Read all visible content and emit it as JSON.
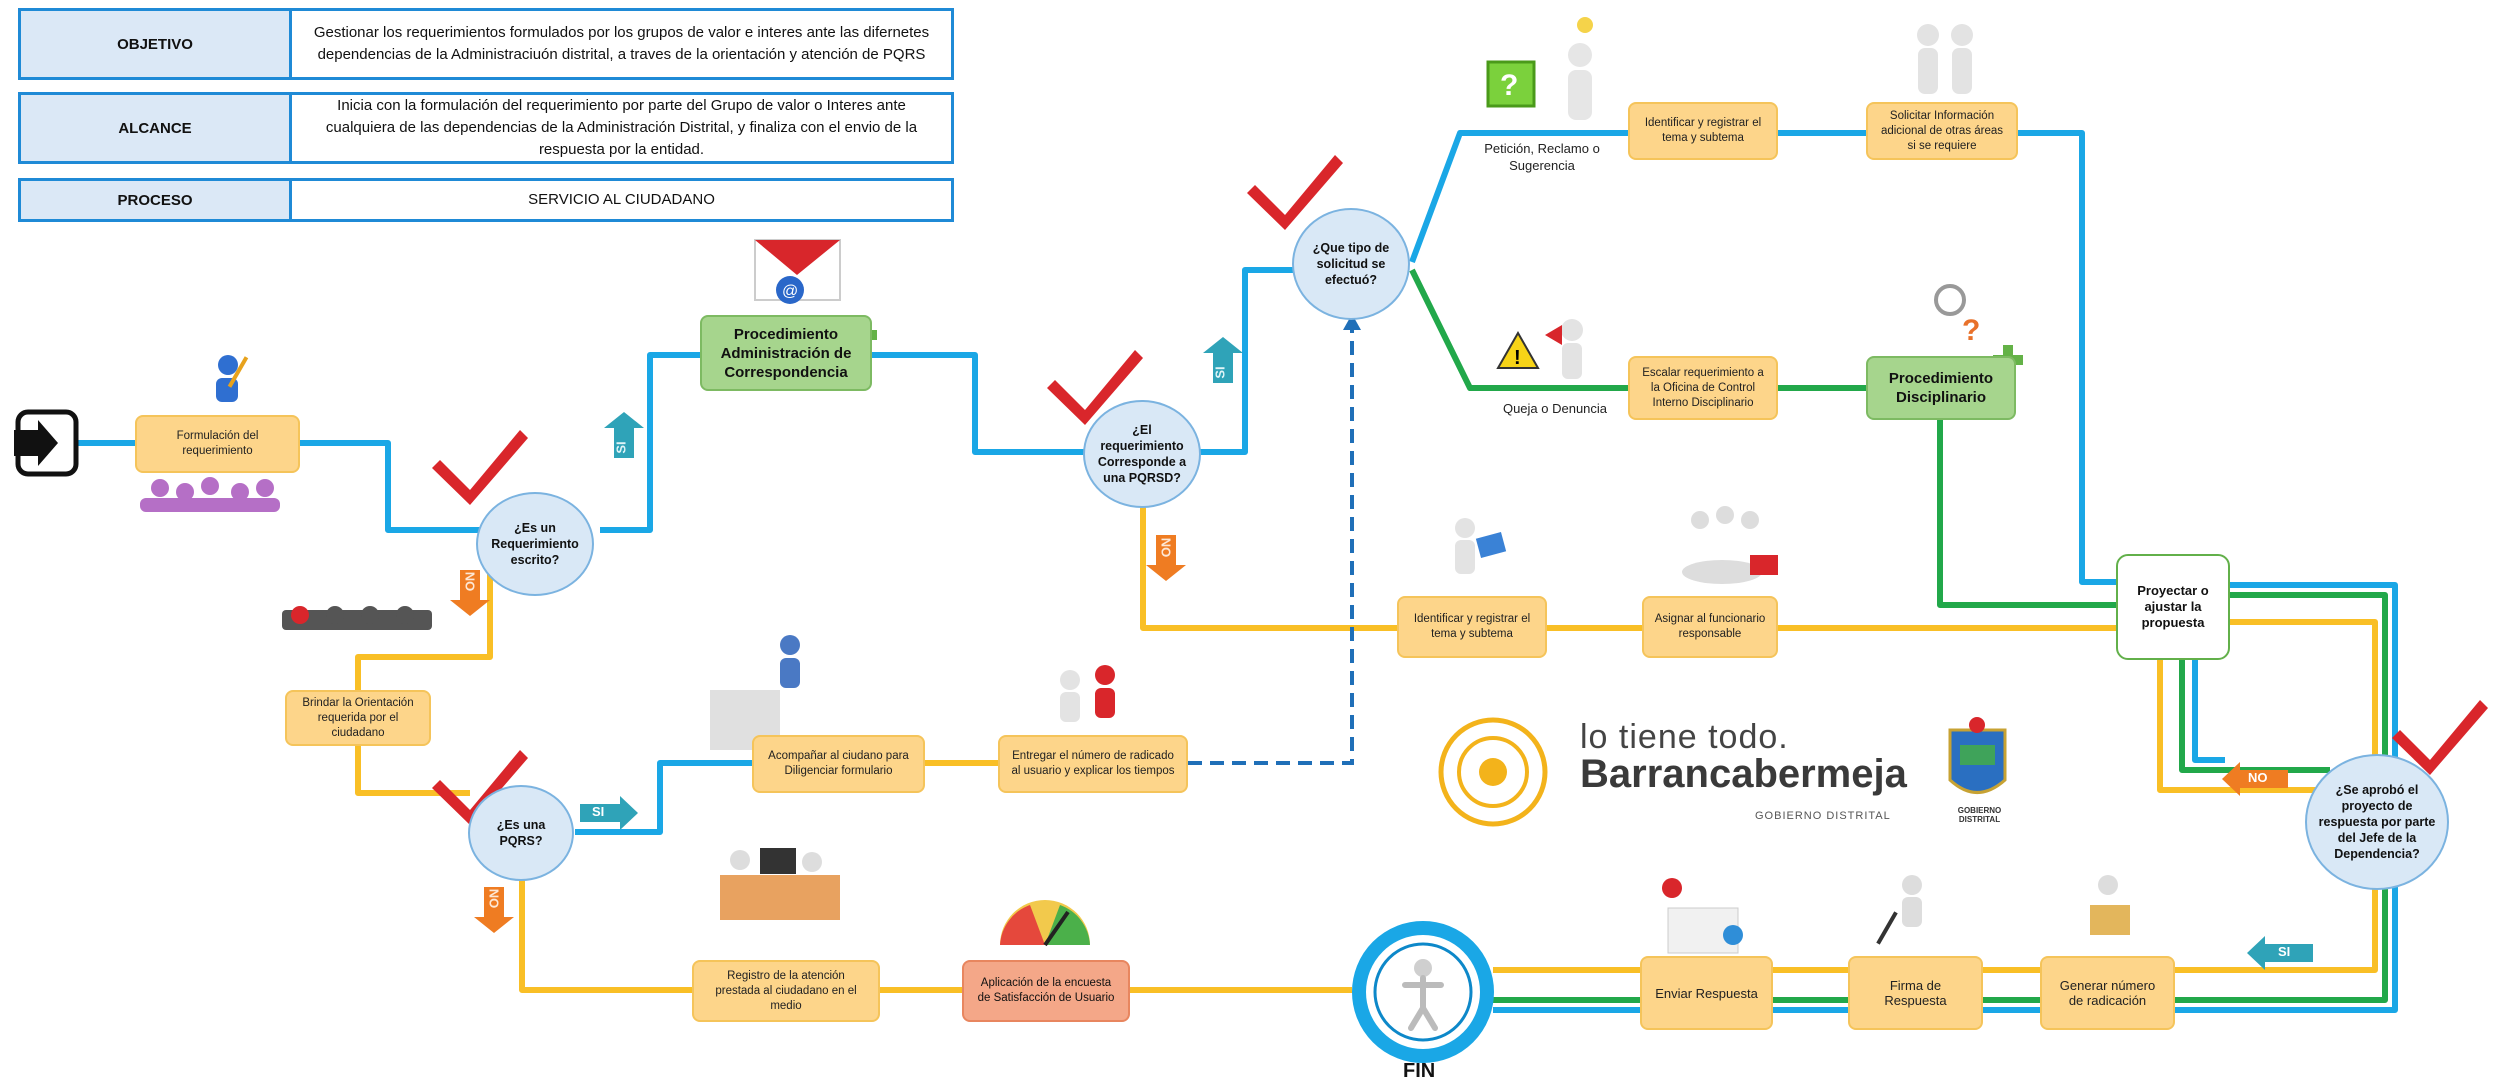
{
  "header": {
    "objetivo_label": "OBJETIVO",
    "objetivo_text": "Gestionar los requerimientos formulados por los grupos de valor e interes ante las difernetes dependencias de la Administraciuón distrital, a traves de la orientación y atención de PQRS",
    "alcance_label": "ALCANCE",
    "alcance_text": "Inicia con la formulación del requerimiento por parte del Grupo de valor o Interes ante cualquiera de las dependencias de la Administración Distrital, y finaliza con el envio de la respuesta por la entidad.",
    "proceso_label": "PROCESO",
    "proceso_text": "SERVICIO AL CIUDADANO"
  },
  "nodes": {
    "formulacion": "Formulación del requerimiento",
    "es_escrito": "¿Es un Requerimiento escrito?",
    "proc_correspondencia": "Procedimiento Administración de Correspondencia",
    "corresponde_pqrsd": "¿El requerimiento Corresponde a una PQRSD?",
    "tipo_solicitud": "¿Que tipo de solicitud se efectuó?",
    "identificar_1": "Identificar y registrar el tema y subtema",
    "solicitar_info": "Solicitar Información adicional de otras áreas si se requiere",
    "escalar": "Escalar requerimiento a la Oficina de Control Interno Disciplinario",
    "proc_disciplinario": "Procedimiento Disciplinario",
    "identificar_2": "Identificar y registrar el tema y subtema",
    "asignar": "Asignar al funcionario responsable",
    "proyectar": "Proyectar o ajustar la propuesta",
    "brindar": "Brindar la Orientación requerida por el ciudadano",
    "es_pqrs": "¿Es una PQRS?",
    "acompanar": "Acompañar al ciudano para Diligenciar formulario",
    "entregar": "Entregar el número de radicado al usuario y explicar los tiempos",
    "registro": "Registro de la atención prestada al ciudadano en el medio",
    "encuesta": "Aplicación de la encuesta de Satisfacción de Usuario",
    "se_aprobo": "¿Se aprobó el proyecto de respuesta por parte del Jefe de la Dependencia?",
    "generar": "Generar número de radicación",
    "firma": "Firma de Respuesta",
    "enviar": "Enviar Respuesta",
    "fin": "FIN"
  },
  "labels": {
    "peticion": "Petición, Reclamo o Sugerencia",
    "queja": "Queja o Denuncia",
    "si": "SI",
    "no": "NO"
  },
  "logo": {
    "line1": "lo tiene todo.",
    "line2": "Barrancabermeja",
    "line3": "GOBIERNO DISTRITAL",
    "seal_caption": "GOBIERNO DISTRITAL"
  },
  "colors": {
    "blue_line": "#1aa7e6",
    "yellow_line": "#f9bf26",
    "green_line": "#22a84a",
    "dashed": "#1f6fb8"
  }
}
